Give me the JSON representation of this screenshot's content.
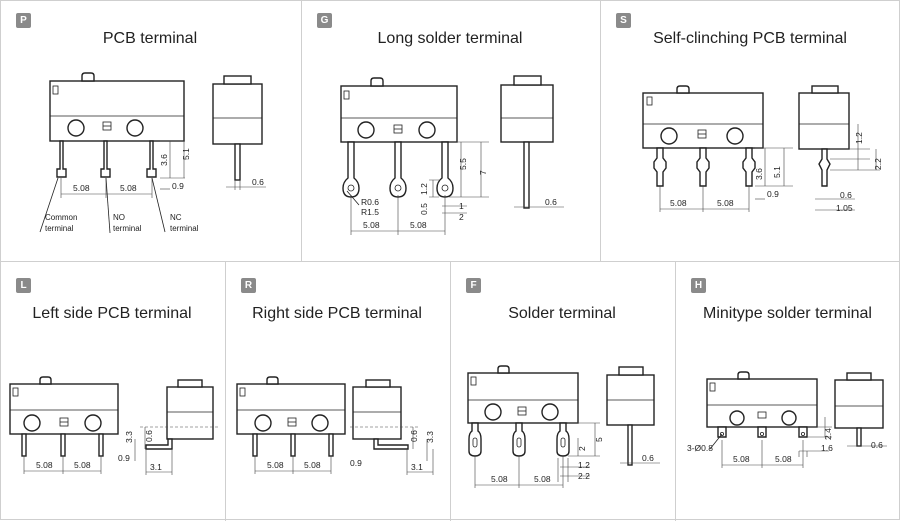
{
  "panels": {
    "P": {
      "badge": "P",
      "title": "PCB terminal",
      "dims": {
        "a": "5.08",
        "b": "5.08",
        "c": "3.6",
        "d": "5.1",
        "e": "0.9",
        "f": "0.6"
      },
      "labels": {
        "common1": "Common",
        "common2": "terminal",
        "no1": "NO",
        "no2": "terminal",
        "nc1": "NC",
        "nc2": "terminal"
      }
    },
    "G": {
      "badge": "G",
      "title": "Long solder terminal",
      "dims": {
        "a": "5.08",
        "b": "5.08",
        "r1": "R0.6",
        "r2": "R1.5",
        "c": "0.5",
        "d": "1.2",
        "e": "5.5",
        "f": "7",
        "g": "1",
        "h": "2",
        "i": "0.6"
      }
    },
    "S": {
      "badge": "S",
      "title": "Self-clinching PCB terminal",
      "dims": {
        "a": "5.08",
        "b": "5.08",
        "c": "3.6",
        "d": "5.1",
        "e": "0.9",
        "f": "1.2",
        "g": "2.2",
        "h": "0.6",
        "i": "1.05"
      }
    },
    "L": {
      "badge": "L",
      "title": "Left side PCB terminal",
      "dims": {
        "a": "5.08",
        "b": "5.08",
        "c": "0.9",
        "d": "3.3",
        "e": "0.6",
        "f": "3.1"
      }
    },
    "R": {
      "badge": "R",
      "title": "Right side PCB terminal",
      "dims": {
        "a": "5.08",
        "b": "5.08",
        "c": "0.9",
        "d": "0.6",
        "e": "3.3",
        "f": "3.1"
      }
    },
    "F": {
      "badge": "F",
      "title": "Solder terminal",
      "dims": {
        "a": "5.08",
        "b": "5.08",
        "c": "2",
        "d": "5",
        "e": "1.2",
        "f": "2.2",
        "g": "0.6"
      }
    },
    "H": {
      "badge": "H",
      "title": "Minitype solder terminal",
      "dims": {
        "a": "5.08",
        "b": "5.08",
        "c": "3-Ø0.8",
        "d": "2.4",
        "e": "1.6",
        "f": "0.6"
      }
    }
  }
}
